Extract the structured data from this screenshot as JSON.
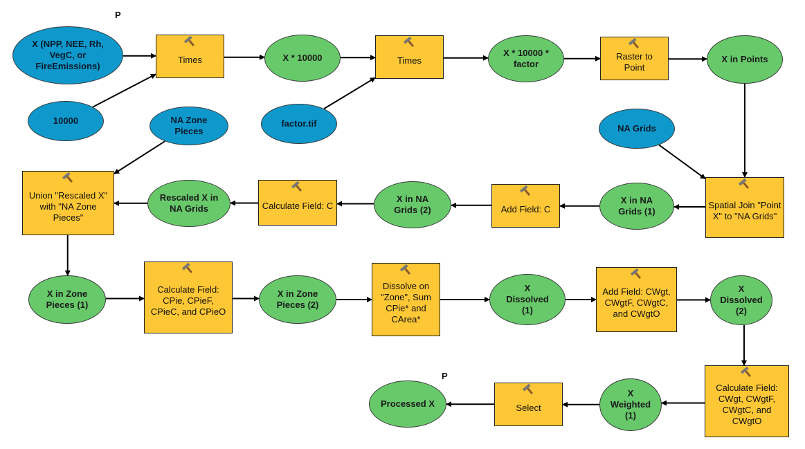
{
  "diagram": {
    "colors": {
      "input": "#0e98cc",
      "derived": "#67c96a",
      "tool": "#fdc735"
    },
    "parameter_marker": "P",
    "nodes": {
      "x_input": "X (NPP, NEE, Rh, VegC, or FireEmissions)",
      "n10000": "10000",
      "times1": "Times",
      "x10000": "X * 10000",
      "factor": "factor.tif",
      "times2": "Times",
      "xfactor": "X * 10000 * factor",
      "r2p": "Raster to Point",
      "xpoints": "X in Points",
      "nagrids": "NA Grids",
      "spatialjoin": "Spatial Join \"Point X\" to \"NA Grids\"",
      "xna1": "X in NA Grids (1)",
      "addfieldc": "Add Field: C",
      "xna2": "X in NA Grids (2)",
      "calcc": "Calculate Field: C",
      "rescaled": "Rescaled X in NA Grids",
      "nazone": "NA Zone Pieces",
      "union": "Union \"Rescaled X\" with \"NA Zone Pieces\"",
      "xzone1": "X in Zone Pieces (1)",
      "calccpie": "Calculate Field: CPie, CPieF, CPieC, and CPieO",
      "xzone2": "X in Zone Pieces (2)",
      "dissolve": "Dissolve on \"Zone\", Sum CPie* and CArea*",
      "xdiss1": "X Dissolved (1)",
      "addcwgt": "Add Field: CWgt, CWgtF, CWgtC, and CWgtO",
      "xdiss2": "X Dissolved (2)",
      "calccwgt": "Calculate Field: CWgt, CWgtF, CWgtC, and CWgtO",
      "xweighted": "X Weighted (1)",
      "select": "Select",
      "processed": "Processed X"
    },
    "connections": [
      [
        "x_input",
        "times1"
      ],
      [
        "n10000",
        "times1"
      ],
      [
        "times1",
        "x10000"
      ],
      [
        "x10000",
        "times2"
      ],
      [
        "factor",
        "times2"
      ],
      [
        "times2",
        "xfactor"
      ],
      [
        "xfactor",
        "r2p"
      ],
      [
        "r2p",
        "xpoints"
      ],
      [
        "xpoints",
        "spatialjoin"
      ],
      [
        "nagrids",
        "spatialjoin"
      ],
      [
        "spatialjoin",
        "xna1"
      ],
      [
        "xna1",
        "addfieldc"
      ],
      [
        "addfieldc",
        "xna2"
      ],
      [
        "xna2",
        "calcc"
      ],
      [
        "calcc",
        "rescaled"
      ],
      [
        "rescaled",
        "union"
      ],
      [
        "nazone",
        "union"
      ],
      [
        "union",
        "xzone1"
      ],
      [
        "xzone1",
        "calccpie"
      ],
      [
        "calccpie",
        "xzone2"
      ],
      [
        "xzone2",
        "dissolve"
      ],
      [
        "dissolve",
        "xdiss1"
      ],
      [
        "xdiss1",
        "addcwgt"
      ],
      [
        "addcwgt",
        "xdiss2"
      ],
      [
        "xdiss2",
        "calccwgt"
      ],
      [
        "calccwgt",
        "xweighted"
      ],
      [
        "xweighted",
        "select"
      ],
      [
        "select",
        "processed"
      ]
    ]
  }
}
